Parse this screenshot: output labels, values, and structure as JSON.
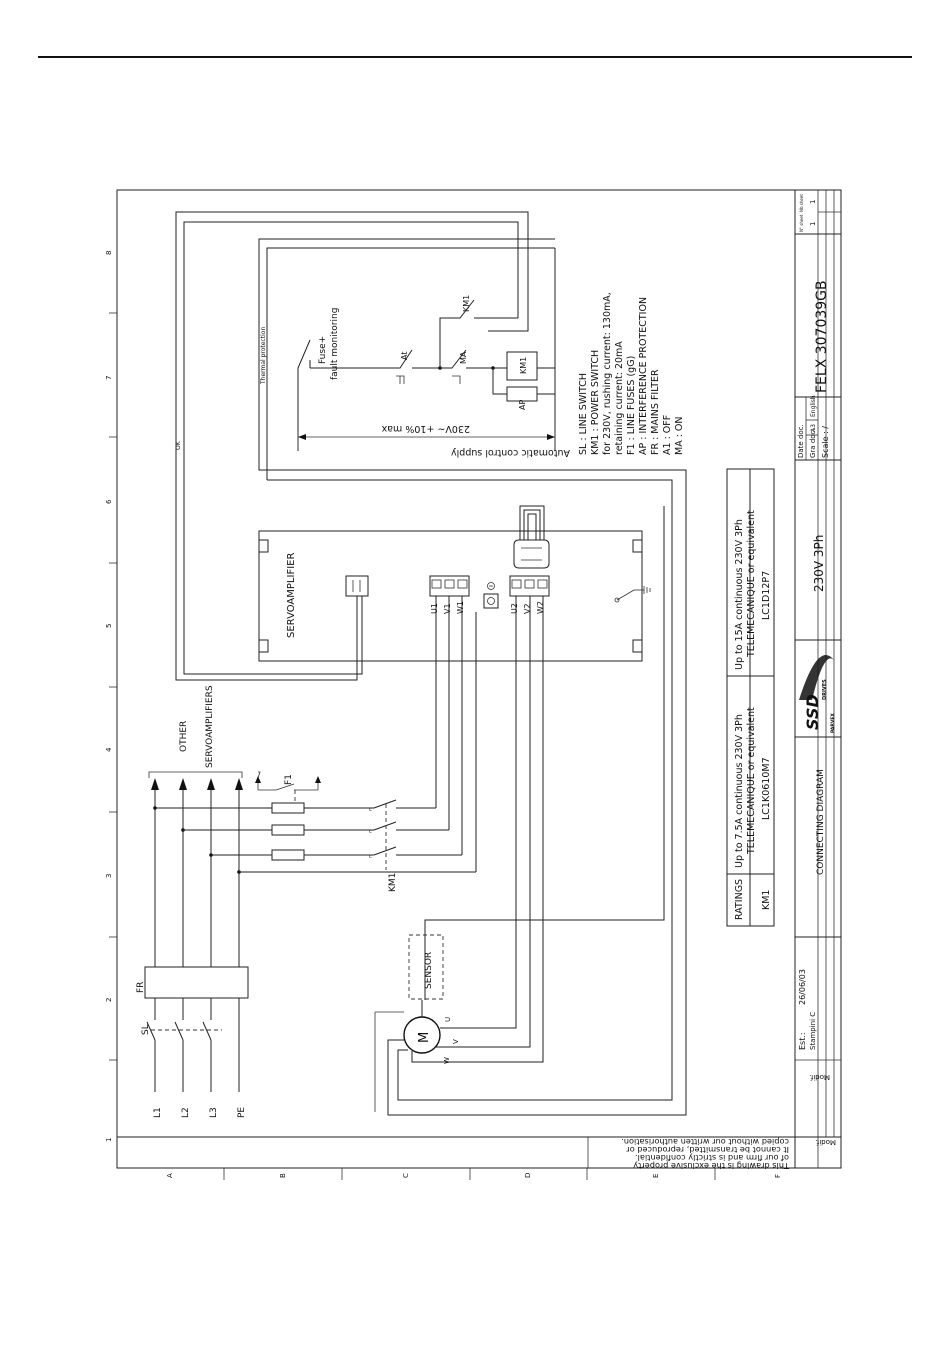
{
  "frame": {
    "column_numbers": [
      "1",
      "2",
      "3",
      "4",
      "5",
      "6",
      "7",
      "8"
    ],
    "row_letters": [
      "A",
      "B",
      "C",
      "D",
      "E",
      "F"
    ]
  },
  "confidentiality": {
    "line1": "This drawing is the exclusive property",
    "line2": "of our firm and is strictly confidential.",
    "line3": "It cannot be transmitted, reproduced or",
    "line4": "copied without our written authorisation."
  },
  "labels": {
    "l1": "L1",
    "l2": "L2",
    "l3": "L3",
    "pe": "PE",
    "sl": "SL",
    "fr": "FR",
    "km1": "KM1",
    "f1": "F1",
    "other_1": "OTHER",
    "other_2": "SERVOAMPLIFIERS",
    "servo": "SERVOAMPLIFIER",
    "u1": "U1",
    "v1": "V1",
    "w1": "W1",
    "u2": "U2",
    "v2": "V2",
    "w2": "W2",
    "sensor": "SENSOR",
    "motor": "M",
    "mu": "U",
    "mv": "V",
    "mw": "W",
    "ok": "OK",
    "thermal": "Thermal protection",
    "fuse1": "Fuse+",
    "fuse2": "fault monitoring",
    "at": "At",
    "ma": "MA",
    "km1_contact": "KM1",
    "km1_coil": "KM1",
    "ap": "AP",
    "supply1": "230V~ +10% max",
    "supply2": "Automatic control supply"
  },
  "legend": [
    "SL : LINE SWITCH",
    "KM1 : POWER SWITCH",
    "for 230V, rushing current: 130mA,",
    "retaining current: 20mA",
    "F1 : LINE FUSES (gG)",
    "AP : INTERFERENCE PROTECTION",
    "FR : MAINS FILTER",
    "A1 : OFF",
    "MA : ON"
  ],
  "ratings": {
    "header": "RATINGS",
    "col1_line1": "Up to 7.5A continuous 230V 3Ph",
    "col1_line2": "TELEMECANIQUE or equivalent",
    "col1_line3": "LC1K0610M7",
    "col2_line1": "Up to 15A continuous 230V 3Ph",
    "col2_line2": "TELEMECANIQUE or equivalent",
    "col2_line3": "LC1D12P7",
    "row_label": "KM1"
  },
  "title_block": {
    "modif_top": "Modif.",
    "modif_bottom": "Modif.",
    "est_label": "Est.:",
    "est_date": "26/06/03",
    "est_name": "Stampini C",
    "title": "CONNECTING DIAGRAM",
    "brand": "SSD",
    "brand_sub": "DRIVES",
    "brand_small": "PARVEX",
    "voltage": "230V 3Ph",
    "date_doc": "Date doc.",
    "gra_doc": "Gra doc.",
    "size": "A3",
    "language": "English",
    "scale": "Scale : /",
    "doc_number": "FELX 307039GB",
    "sheet_no_label": "N° sheet",
    "sheet_of_label": "Nb sheet",
    "sheet_no": "1",
    "sheet_of": "1"
  }
}
